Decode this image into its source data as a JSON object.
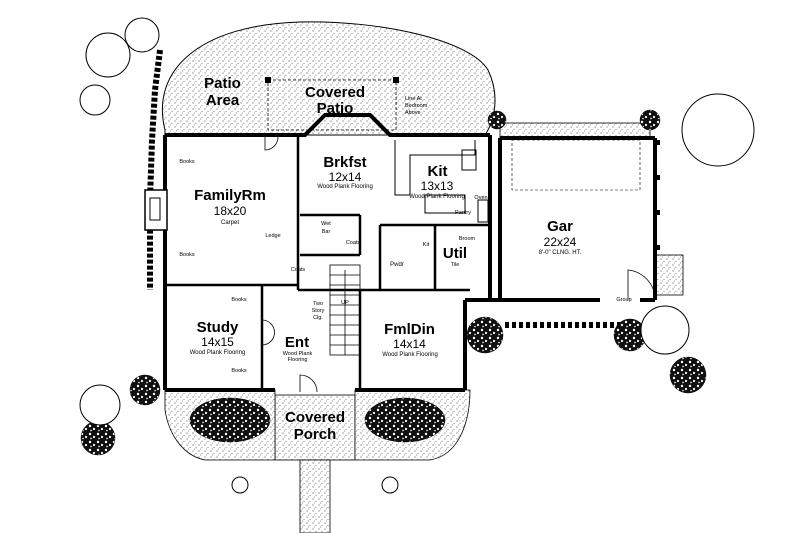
{
  "rooms": {
    "family": {
      "name": "FamilyRm",
      "size": "18x20",
      "floor": "Carpet"
    },
    "breakfast": {
      "name": "Brkfst",
      "size": "12x14",
      "floor": "Wood Plank Flooring"
    },
    "kitchen": {
      "name": "Kit",
      "size": "13x13",
      "floor": "Wood Plank Flooring"
    },
    "garage": {
      "name": "Gar",
      "size": "22x24",
      "note": "8'-0\" CLNG. HT."
    },
    "study": {
      "name": "Study",
      "size": "14x15",
      "floor": "Wood Plank Flooring"
    },
    "entry": {
      "name": "Ent",
      "floor": "Wood Plank Flooring"
    },
    "dining": {
      "name": "FmlDin",
      "size": "14x14",
      "floor": "Wood Plank Flooring"
    },
    "utility": {
      "name": "Util",
      "floor": "Tile"
    }
  },
  "outdoor": {
    "patio_area": [
      "Patio",
      "Area"
    ],
    "covered_patio": [
      "Covered",
      "Patio"
    ],
    "covered_porch": [
      "Covered",
      "Porch"
    ]
  },
  "small_labels": {
    "books": "Books",
    "wet_bar": [
      "Wet",
      "Bar"
    ],
    "coats": "Coats",
    "ledge": "Ledge",
    "pwdr": "Pwdr",
    "pantry": "Pantry",
    "oven": "Oven",
    "broom": "Broom",
    "two_story": [
      "Two",
      "Story",
      "Clg."
    ],
    "up": "UP",
    "grout": "Group",
    "line_above": [
      "Line At",
      "Bedroom",
      "Above"
    ],
    "kit_note": "Kit"
  }
}
